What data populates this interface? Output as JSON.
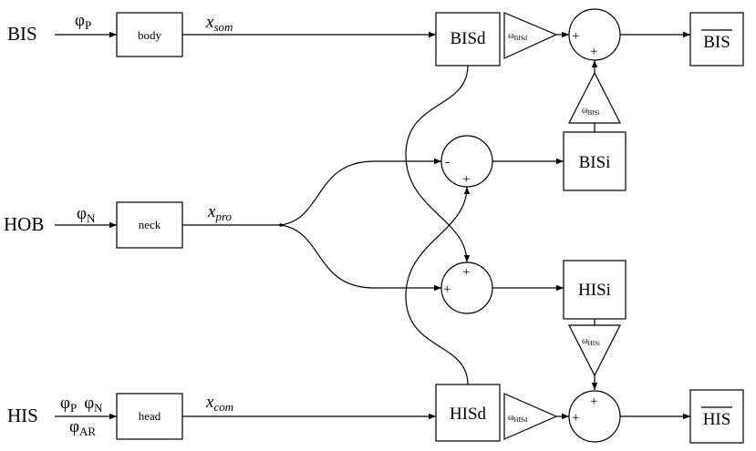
{
  "inputs": {
    "bis": "BIS",
    "hob": "HOB",
    "his": "HIS"
  },
  "params": {
    "bis": "φ_P",
    "hob": "φ_N",
    "his_top": "φ_P  φ_N",
    "his_bottom": "φ_AR"
  },
  "blocks": {
    "body": "body",
    "neck": "neck",
    "head": "head",
    "bisd": "BISd",
    "bisi": "BISi",
    "hisi": "HISi",
    "hisd": "HISd",
    "bis_hat": "BIS",
    "his_hat": "HIS"
  },
  "signals": {
    "x_som": "x_som",
    "x_pro": "x_pro",
    "x_com": "x_com"
  },
  "gains": {
    "w_bisd": "ω_BISd",
    "w_bisi": "ω_BISi",
    "w_hisi": "ω_HISi",
    "w_hisd": "ω_HISd"
  },
  "signs": {
    "plus": "+",
    "minus": "-"
  }
}
